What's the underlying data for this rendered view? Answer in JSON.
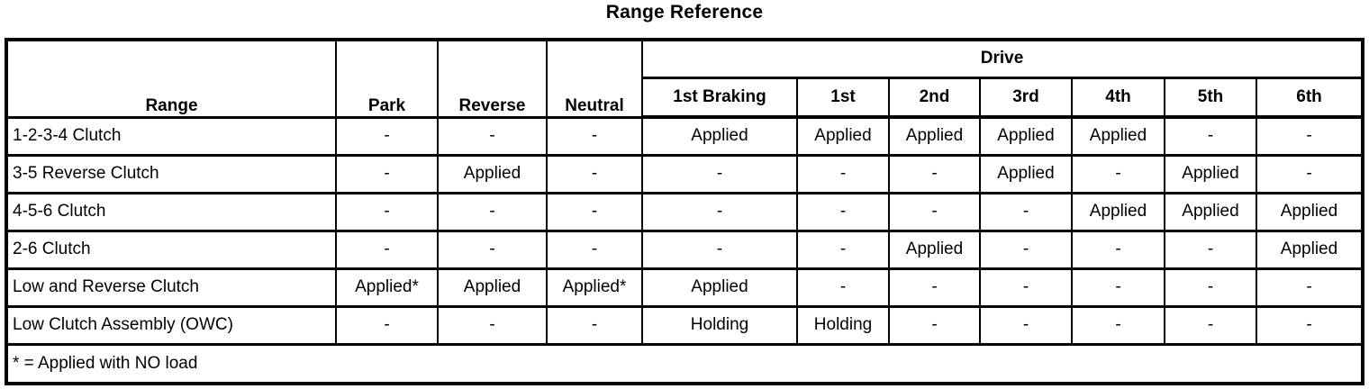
{
  "title": "Range Reference",
  "colors": {
    "background": "#ffffff",
    "border": "#000000",
    "text": "#000000"
  },
  "table": {
    "range_header": "Range",
    "park_header": "Park",
    "reverse_header": "Reverse",
    "neutral_header": "Neutral",
    "drive_header": "Drive",
    "drive_subheaders": [
      "1st Braking",
      "1st",
      "2nd",
      "3rd",
      "4th",
      "5th",
      "6th"
    ],
    "rows": [
      {
        "label": "1-2-3-4 Clutch",
        "cells": [
          "-",
          "-",
          "-",
          "Applied",
          "Applied",
          "Applied",
          "Applied",
          "Applied",
          "-",
          "-"
        ]
      },
      {
        "label": "3-5 Reverse Clutch",
        "cells": [
          "-",
          "Applied",
          "-",
          "-",
          "-",
          "-",
          "Applied",
          "-",
          "Applied",
          "-"
        ]
      },
      {
        "label": "4-5-6 Clutch",
        "cells": [
          "-",
          "-",
          "-",
          "-",
          "-",
          "-",
          "-",
          "Applied",
          "Applied",
          "Applied"
        ]
      },
      {
        "label": "2-6 Clutch",
        "cells": [
          "-",
          "-",
          "-",
          "-",
          "-",
          "Applied",
          "-",
          "-",
          "-",
          "Applied"
        ]
      },
      {
        "label": "Low and Reverse Clutch",
        "cells": [
          "Applied*",
          "Applied",
          "Applied*",
          "Applied",
          "-",
          "-",
          "-",
          "-",
          "-",
          "-"
        ]
      },
      {
        "label": "Low Clutch Assembly (OWC)",
        "cells": [
          "-",
          "-",
          "-",
          "Holding",
          "Holding",
          "-",
          "-",
          "-",
          "-",
          "-"
        ]
      }
    ],
    "footnote": "* = Applied with NO load"
  }
}
